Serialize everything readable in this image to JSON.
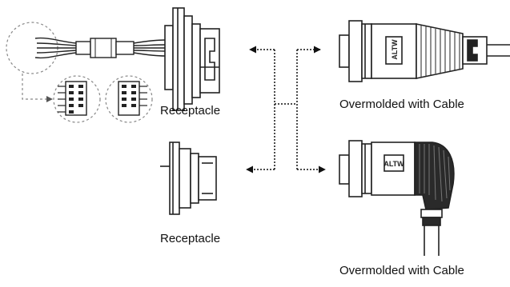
{
  "labels": {
    "receptacle_top": "Receptacle",
    "receptacle_bottom": "Receptacle",
    "overmolded_top": "Overmolded with Cable",
    "overmolded_bottom": "Overmolded with Cable"
  },
  "logo_text": "ALTW",
  "colors": {
    "line": "#111111",
    "dashed": "#888888",
    "fill_dark": "#222222"
  },
  "icons": [
    "wire-harness-icon",
    "pin-header-icon",
    "receptacle-connector-icon",
    "overmolded-connector-icon",
    "right-angle-connector-icon"
  ]
}
